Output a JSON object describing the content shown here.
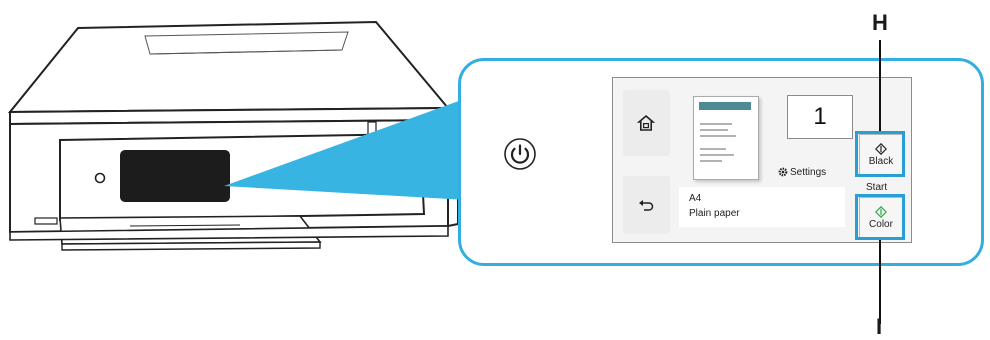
{
  "callouts": {
    "h": "H",
    "i": "I"
  },
  "screen": {
    "copies": "1",
    "settings_label": "Settings",
    "paper_size": "A4",
    "paper_type": "Plain paper",
    "start_label": "Start",
    "black_label": "Black",
    "color_label": "Color"
  },
  "icons": {
    "power": "power-icon",
    "home": "home-icon",
    "back": "back-icon",
    "settings": "gear-icon",
    "start_black": "start-diamond-icon",
    "start_color": "start-diamond-icon"
  },
  "colors": {
    "callout_blue": "#2a9fd6",
    "color_start_green": "#2ea84a",
    "doc_header_teal": "#4e8a96"
  }
}
